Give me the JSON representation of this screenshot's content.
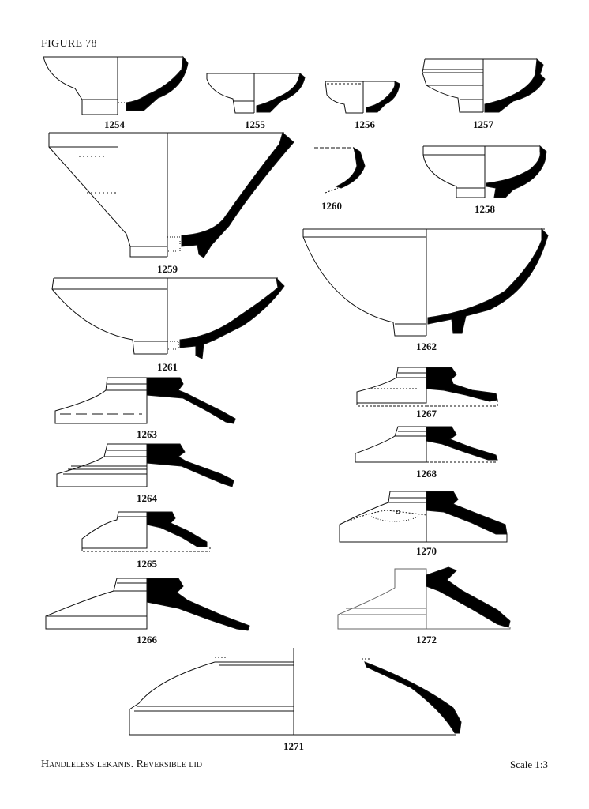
{
  "header": {
    "figure_label": "FIGURE 78"
  },
  "caption": {
    "text": "Handleless lekanis. Reversible lid"
  },
  "scale": {
    "text": "Scale 1:3"
  },
  "catalogue_numbers": [
    "1254",
    "1255",
    "1256",
    "1257",
    "1259",
    "1260",
    "1258",
    "1261",
    "1262",
    "1263",
    "1267",
    "1264",
    "1268",
    "1265",
    "1270",
    "1266",
    "1272",
    "1271"
  ]
}
